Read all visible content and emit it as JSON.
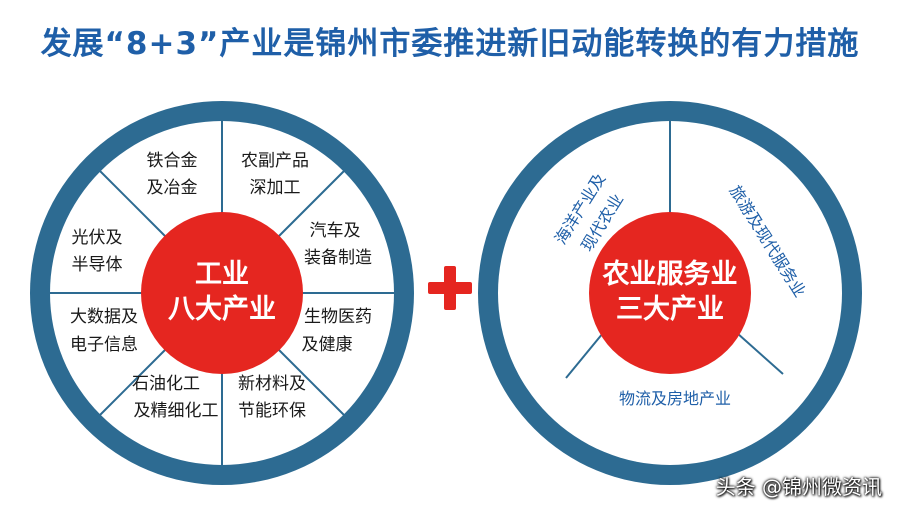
{
  "title": "发展“8+3”产业是锦州市委推进新旧动能转换的有力措施",
  "colors": {
    "ring": "#2d6b92",
    "inner": "#ffffff",
    "center": "#e52620",
    "plus": "#e52620",
    "title": "#1f5fa8"
  },
  "left_wheel": {
    "center": [
      "工业",
      "八大产业"
    ],
    "segments": [
      [
        "铁合金",
        "及冶金"
      ],
      [
        "农副产品",
        "深加工"
      ],
      [
        "汽车及",
        "装备制造"
      ],
      [
        "生物医药",
        "及健康"
      ],
      [
        "新材料及",
        "节能环保"
      ],
      [
        "石油化工",
        "及精细化工"
      ],
      [
        "大数据及",
        "电子信息"
      ],
      [
        "光伏及",
        "半导体"
      ]
    ]
  },
  "plus_sign": "+",
  "right_wheel": {
    "center": [
      "农业服务业",
      "三大产业"
    ],
    "segments": [
      [
        "海洋产业及",
        "现代农业"
      ],
      [
        "旅游及现代服务业"
      ],
      [
        "物流及房地产业"
      ]
    ]
  },
  "watermark": "头条 @锦州微资讯"
}
